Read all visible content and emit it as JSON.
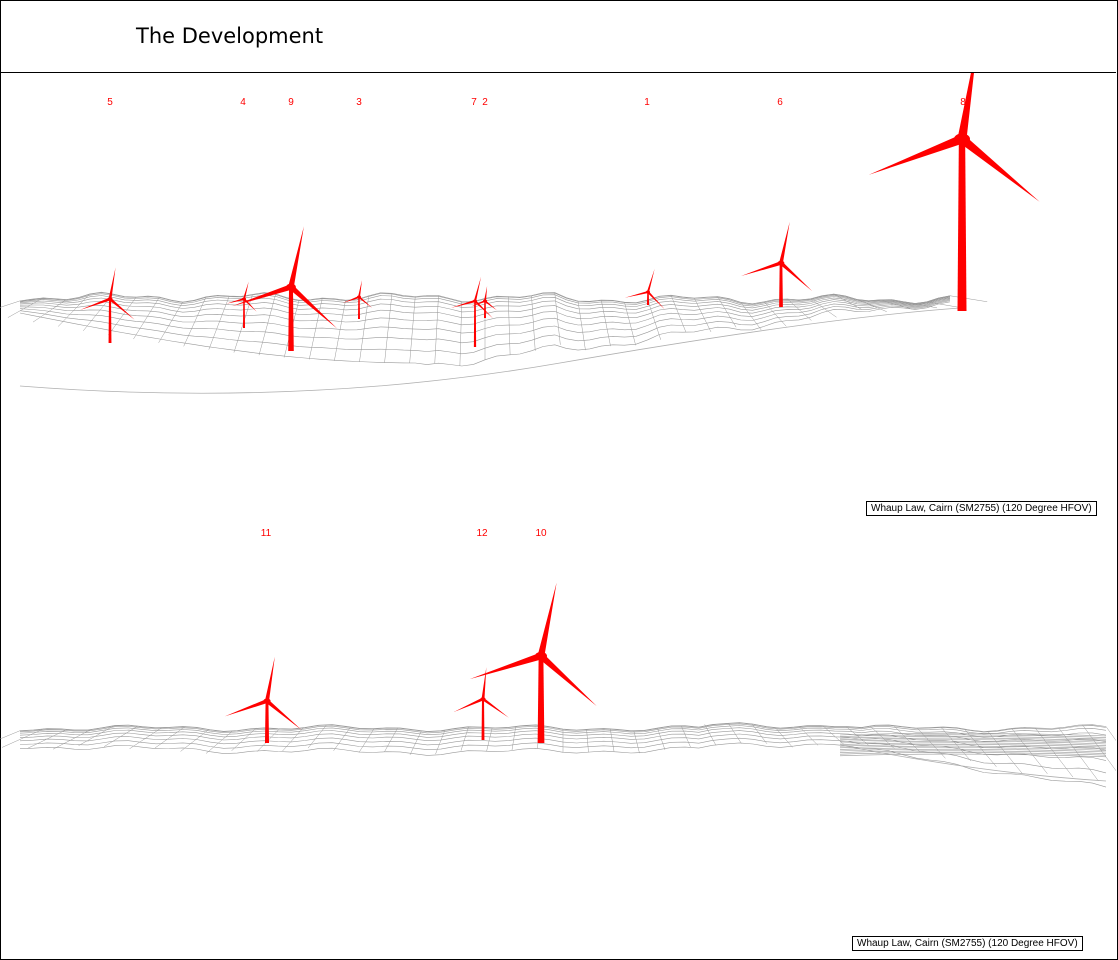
{
  "header": {
    "title": "The Development"
  },
  "views": [
    {
      "caption": "Whaup Law, Cairn (SM2755) (120 Degree HFOV)",
      "turbine_labels": [
        "5",
        "4",
        "9",
        "3",
        "7",
        "2",
        "1",
        "6",
        "8"
      ]
    },
    {
      "caption": "Whaup Law, Cairn (SM2755) (120 Degree HFOV)",
      "turbine_labels": [
        "11",
        "12",
        "10"
      ]
    }
  ],
  "colors": {
    "turbine": "#ff0000",
    "terrain": "#9a9a9a",
    "border": "#000000"
  }
}
